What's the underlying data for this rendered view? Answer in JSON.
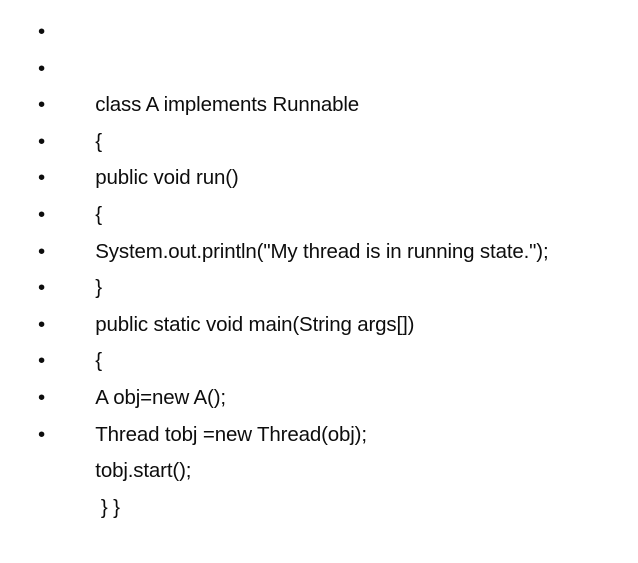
{
  "slide": {
    "background_color": "#ffffff",
    "text_color": "#0d0d0d",
    "bullet_glyph": "•",
    "bullet_char_name": "bullet-point-icon",
    "lines": [
      {
        "text": "class A implements Runnable"
      },
      {
        "text": "{"
      },
      {
        "text": "public void run()"
      },
      {
        "text": "{"
      },
      {
        "text": "System.out.println(\"My thread is in running state.\");"
      },
      {
        "text": "}"
      },
      {
        "text": "public static void main(String args[])"
      },
      {
        "text": "{"
      },
      {
        "text": "A obj=new A();"
      },
      {
        "text": "Thread tobj =new Thread(obj);"
      },
      {
        "text": "tobj.start();"
      },
      {
        "text": " } }"
      }
    ]
  }
}
